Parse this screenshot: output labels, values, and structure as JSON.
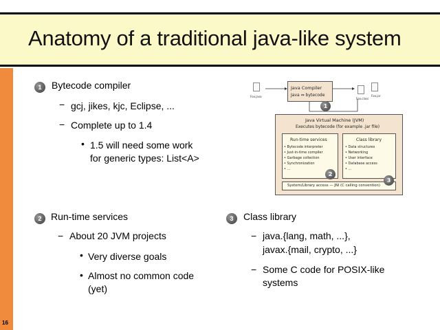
{
  "title": "Anatomy of a traditional java-like system",
  "page_number": "16",
  "section1": {
    "badge": "1",
    "heading": "Bytecode compiler",
    "items": [
      "gcj, jikes, kjc, Eclipse, ...",
      "Complete up to 1.4"
    ],
    "subitem_line1": "1.5 will need some work",
    "subitem_line2": "for generic types: List<A>"
  },
  "section2": {
    "badge": "2",
    "heading": "Run-time services",
    "item": "About 20 JVM projects",
    "subitems": [
      "Very diverse goals",
      "Almost no common code",
      "(yet)"
    ]
  },
  "section3": {
    "badge": "3",
    "heading": "Class library",
    "item1_line1": "java.{lang, math, ...},",
    "item1_line2": "javax.{mail, crypto, ...}",
    "item2_line1": "Some C code for POSIX-like",
    "item2_line2": "systems"
  },
  "diagram": {
    "source_file": "Foo.java",
    "compiler_title": "Java Compiler",
    "compiler_sub": "Java ⇔ bytecode",
    "class_file": "Foo.class",
    "jar_file": "Foo.jar",
    "jvm_title": "Java Virtual Machine (JVM)",
    "jvm_sub": "Executes bytecode (for example .jar file)",
    "runtime_title": "Run-time services",
    "runtime_items": [
      "• Bytecode interpreter",
      "• Just-in-time compiler",
      "• Garbage collection",
      "• Synchronization",
      "• ..."
    ],
    "classlib_title": "Class library",
    "classlib_items": [
      "• Data structures",
      "• Networking",
      "• User interface",
      "• Database access",
      "• ..."
    ],
    "bottom_bar": "System/Library access — JNI (C calling convention)",
    "badge1": "1",
    "badge2": "2",
    "badge3": "3"
  },
  "colors": {
    "stripe": "#f08a3c",
    "title_band": "#fbf9c8",
    "jvm_box": "#f4e3cf",
    "inner_box": "#fdfbe7"
  }
}
